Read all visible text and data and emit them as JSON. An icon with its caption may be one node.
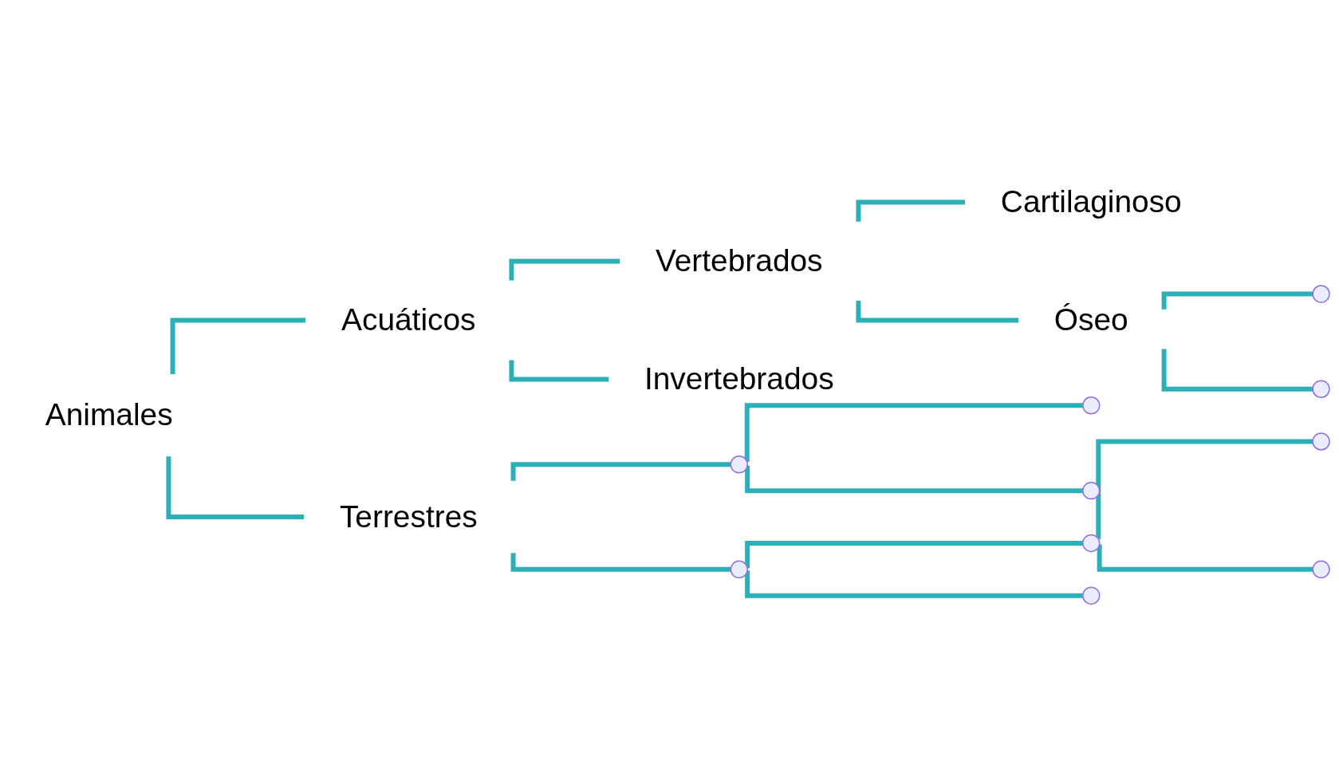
{
  "diagram": {
    "nodes": [
      {
        "text": [
          "Animales"
        ]
      },
      {
        "text": [
          "Acuáticos"
        ]
      },
      {
        "text": [
          "Vertebrados"
        ]
      },
      {
        "text": [
          "Cartilaginoso"
        ]
      },
      {
        "text": [
          "Óseo"
        ]
      },
      {
        "text": [],
        "shape": "point"
      },
      {
        "text": [],
        "shape": "point"
      },
      {
        "text": [
          "Invertebrados"
        ]
      },
      {
        "text": [
          "Terrestres"
        ]
      },
      {
        "text": [],
        "shape": "point"
      },
      {
        "text": [],
        "shape": "point"
      },
      {
        "text": [],
        "shape": "point"
      },
      {
        "text": [],
        "shape": "point"
      },
      {
        "text": [],
        "shape": "point"
      },
      {
        "text": [],
        "shape": "point"
      },
      {
        "text": [],
        "shape": "point"
      },
      {
        "text": [],
        "shape": "point"
      }
    ],
    "edges": [
      {
        "from": 0,
        "to": 1,
        "arrow": "none"
      },
      {
        "from": 0,
        "to": 8,
        "arrow": "none"
      },
      {
        "from": 1,
        "to": 2,
        "arrow": "none"
      },
      {
        "from": 1,
        "to": 7,
        "arrow": "none"
      },
      {
        "from": 2,
        "to": 3,
        "arrow": "none"
      },
      {
        "from": 2,
        "to": 4,
        "arrow": "none"
      },
      {
        "from": 4,
        "to": 5,
        "arrow": "none"
      },
      {
        "from": 4,
        "to": 6,
        "arrow": "none"
      },
      {
        "from": 8,
        "to": 9,
        "arrow": "none"
      },
      {
        "from": 8,
        "to": 12,
        "arrow": "none"
      },
      {
        "from": 9,
        "to": 10,
        "arrow": "none"
      },
      {
        "from": 9,
        "to": 11,
        "arrow": "none"
      },
      {
        "from": 12,
        "to": 13,
        "arrow": "none"
      },
      {
        "from": 12,
        "to": 16,
        "arrow": "none"
      },
      {
        "from": 13,
        "to": 14,
        "arrow": "none"
      },
      {
        "from": 13,
        "to": 15,
        "arrow": "none"
      }
    ]
  }
}
